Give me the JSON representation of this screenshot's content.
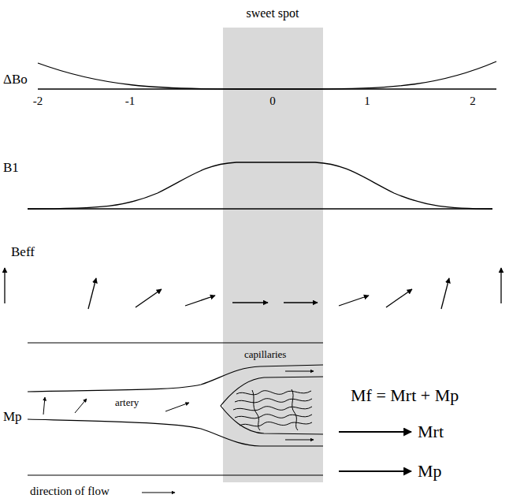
{
  "diagram": {
    "labels": [
      "sweet spot",
      "ΔBo",
      "-2",
      "-1",
      "0",
      "1",
      "2",
      "B1",
      "Beff",
      "Mp",
      "artery",
      "capillaries",
      "Mf = Mrt + Mp",
      "Mrt",
      "Mp",
      "direction of flow"
    ]
  }
}
